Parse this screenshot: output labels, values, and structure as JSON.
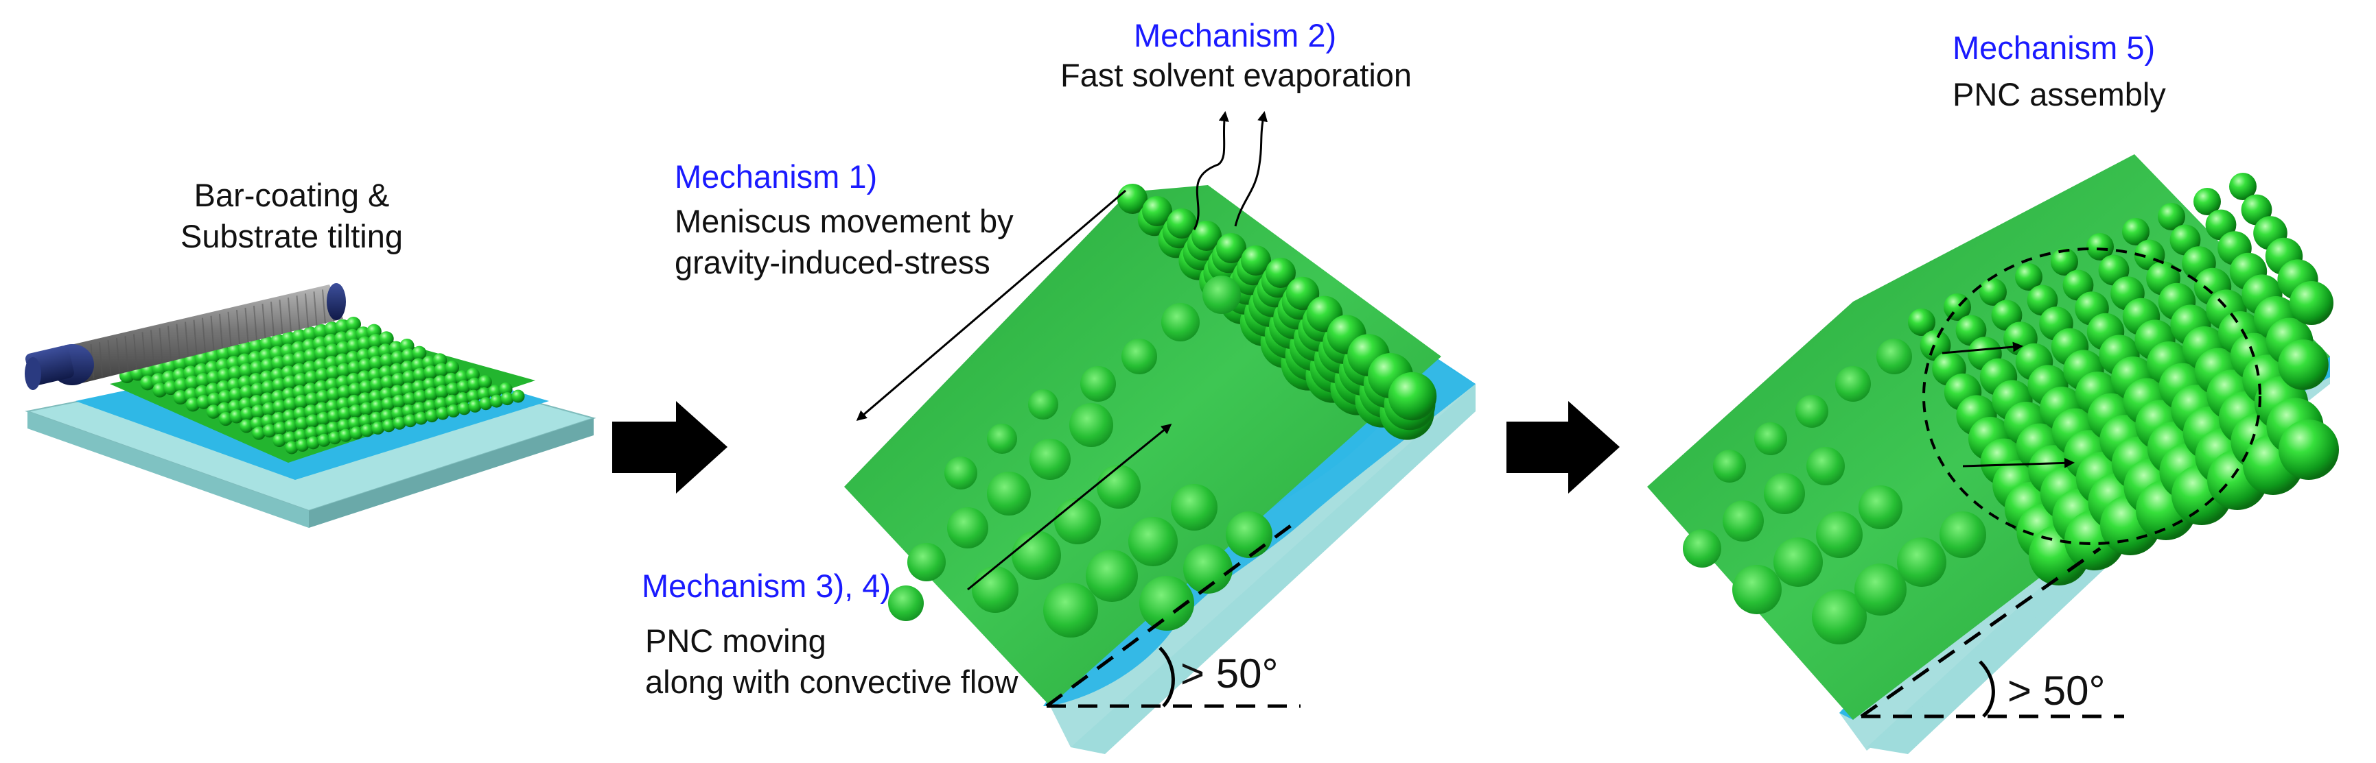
{
  "step1": {
    "title": "Bar-coating &\nSubstrate tilting"
  },
  "mechanisms": {
    "m1": {
      "label": "Mechanism 1)",
      "desc": "Meniscus movement by\ngravity-induced-stress"
    },
    "m2": {
      "label": "Mechanism 2)",
      "desc": "Fast solvent evaporation"
    },
    "m34": {
      "label": "Mechanism 3), 4)",
      "desc": "PNC moving\nalong with convective flow"
    },
    "m5": {
      "label": "Mechanism 5)",
      "desc": "PNC assembly"
    }
  },
  "angles": {
    "panel2": "> 50°",
    "panel3": "> 50°"
  },
  "colors": {
    "mechanism_text": "#1a1aff",
    "sphere_green": "#22c22a",
    "film_green": "#2fb33e",
    "substrate_blue": "#2fb8e6",
    "glass": "#9fdcdc",
    "arrow": "#000000",
    "roller": "#7a7a7a",
    "roller_cap": "#1c2a6b"
  },
  "icons": [
    "right-arrow-icon",
    "right-arrow-icon"
  ]
}
